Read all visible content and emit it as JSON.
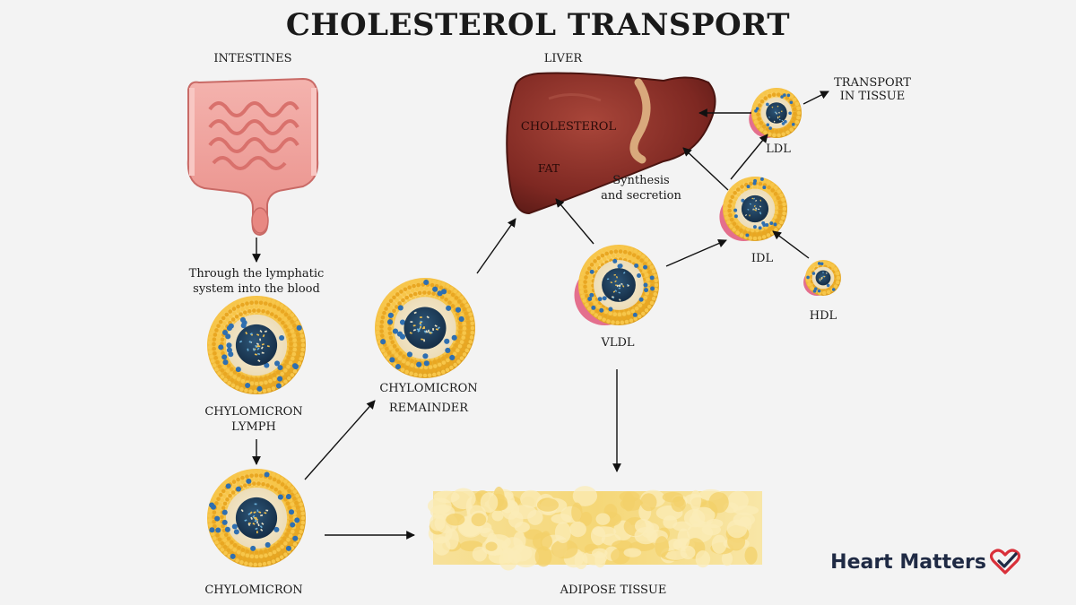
{
  "title": "CHOLESTEROL TRANSPORT",
  "labels": {
    "intestines": "INTESTINES",
    "liver": "LIVER",
    "cholesterol": "CHOLESTEROL",
    "fat": "FAT",
    "synthesis_line1": "Synthesis",
    "synthesis_line2": "and secretion",
    "transport_line1": "TRANSPORT",
    "transport_line2": "IN TISSUE",
    "ldl": "LDL",
    "idl": "IDL",
    "hdl": "HDL",
    "vldl": "VLDL",
    "lymph_line1": "Through the lymphatic",
    "lymph_line2": "system into the blood",
    "chylo_lymph_line1": "CHYLOMICRON",
    "chylo_lymph_line2": "LYMPH",
    "chylo_rem_line1": "CHYLOMICRON",
    "chylo_rem_line2": "REMAINDER",
    "chylomicron": "CHYLOMICRON",
    "adipose": "ADIPOSE TISSUE"
  },
  "brand": {
    "name": "Heart Matters"
  },
  "colors": {
    "background": "#f3f3f3",
    "particle_shell": "#f2b632",
    "particle_core": "#1e3b5a",
    "protein_blue": "#2f6fb0",
    "liver": "#8c2f28",
    "intestine": "#f0a5a0",
    "adipose": "#f6dc8c",
    "brand_red": "#d9303a",
    "brand_navy": "#1f2a44"
  }
}
